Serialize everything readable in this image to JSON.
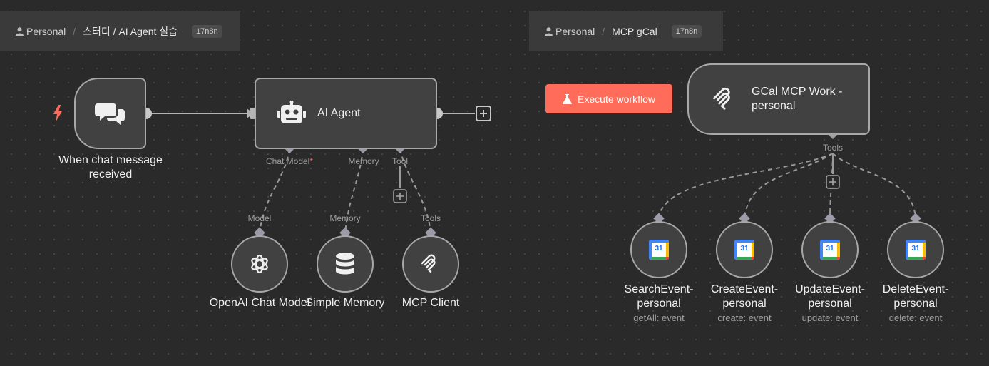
{
  "left_breadcrumb": {
    "workspace": "Personal",
    "separator": "/",
    "workflow": "스터디 / AI Agent 실습",
    "tag": "17n8n"
  },
  "right_breadcrumb": {
    "workspace": "Personal",
    "separator": "/",
    "workflow": "MCP gCal",
    "tag": "17n8n"
  },
  "left_canvas": {
    "trigger": {
      "label_line1": "When chat message",
      "label_line2": "received",
      "icon": "chat-bubbles-icon"
    },
    "agent": {
      "title": "AI Agent",
      "icon": "robot-icon"
    },
    "ports": {
      "chat_model": "Chat Model",
      "required_mark": "*",
      "memory": "Memory",
      "tool": "Tool"
    },
    "sub_nodes": [
      {
        "port": "Model",
        "label": "OpenAI Chat Model",
        "icon": "openai-icon"
      },
      {
        "port": "Memory",
        "label": "Simple Memory",
        "icon": "database-icon"
      },
      {
        "port": "Tools",
        "label": "MCP Client",
        "icon": "mcp-icon"
      }
    ]
  },
  "right_canvas": {
    "execute_button": "Execute workflow",
    "mcp_node": {
      "title_line1": "GCal MCP Work -",
      "title_line2": "personal",
      "icon": "mcp-icon"
    },
    "tools_port": "Tools",
    "tools": [
      {
        "name_line1": "SearchEvent-",
        "name_line2": "personal",
        "sub": "getAll: event"
      },
      {
        "name_line1": "CreateEvent-",
        "name_line2": "personal",
        "sub": "create: event"
      },
      {
        "name_line1": "UpdateEvent-",
        "name_line2": "personal",
        "sub": "update: event"
      },
      {
        "name_line1": "DeleteEvent-",
        "name_line2": "personal",
        "sub": "delete: event"
      }
    ],
    "calendar_icon_number": "31"
  },
  "colors": {
    "canvas": "#2a2a2a",
    "node_fill": "#414141",
    "node_border": "#a8a8a8",
    "accent": "#ff6d5a",
    "trigger_bolt": "#ff6d5a"
  }
}
